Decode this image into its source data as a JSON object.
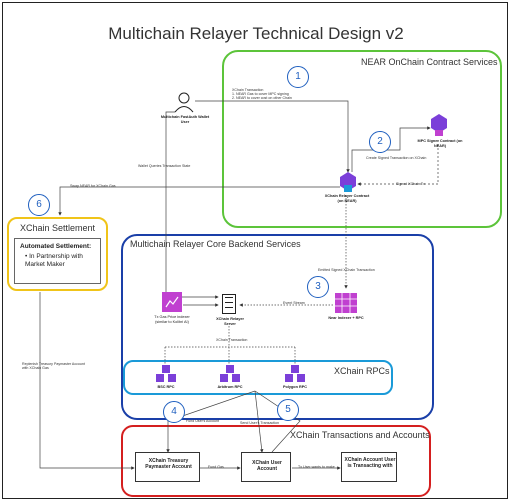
{
  "title": "Multichain Relayer Technical Design v2",
  "groups": {
    "near": "NEAR OnChain Contract Services",
    "core": "Multichain Relayer Core Backend Services",
    "rpcs": "XChain RPCs",
    "settlement": "XChain Settlement",
    "tx_accounts": "XChain Transactions and Accounts"
  },
  "steps": [
    "1",
    "2",
    "3",
    "4",
    "5",
    "6"
  ],
  "nodes": {
    "user": "Multichain FastAuth Wallet User",
    "mpc": "MPC Signer Contract (on NEAR)",
    "relayer_contract": "XChain Relayer Contract (on NEAR)",
    "relayer_server": "XChain Relayer Server",
    "indexer": "Near Indexer + RPC",
    "gas_price": "Tx Gas Price indexer (similar to Kolibri AI)",
    "bsc": "BSC RPC",
    "arbitrum": "Arbitrum RPC",
    "polygon": "Polygon RPC",
    "paymaster": "XChain Treasury Paymaster Account",
    "user_account": "XChain User Account",
    "target_account": "XChain Account User is Transacting with"
  },
  "settlement": {
    "heading": "Automated Settlement:",
    "bullet": "In Partnership with Market Maker"
  },
  "edges": {
    "xchain_tx": "XChain Transaction",
    "xchain_tx_1": "1. NEAR Gas to cover MPC signing",
    "xchain_tx_2": "2. NEAR to cover cost on other Chain",
    "signed_tx_mpc": "Create Signed Transaction on XChain",
    "signed_xchain_tx": "Signed XChain Tx",
    "wallet_queries": "Wallet Queries Transaction State",
    "swap_near": "Swap NEAR for XChain Gas",
    "emitted": "Emitted Signed XChain Transaction",
    "event_stream": "Event Stream",
    "xchain_transaction": "XChain Transaction",
    "replenish": "Replenish Treasury Paymaster Account with XChain Gas",
    "fund_users": "Fund User's Account",
    "send_tx": "Send User's Transaction",
    "fund_gas": "Fund Gas",
    "tx_user_wants": "Tx User wants to make"
  },
  "colors": {
    "near": "#5cc43a",
    "core": "#1a3fa8",
    "rpcs": "#1a9ad8",
    "settlement": "#f0c419",
    "tx": "#d41f1f",
    "purple": "#7b3fd9",
    "magenta": "#c040d0",
    "step": "#1f5fbf"
  }
}
